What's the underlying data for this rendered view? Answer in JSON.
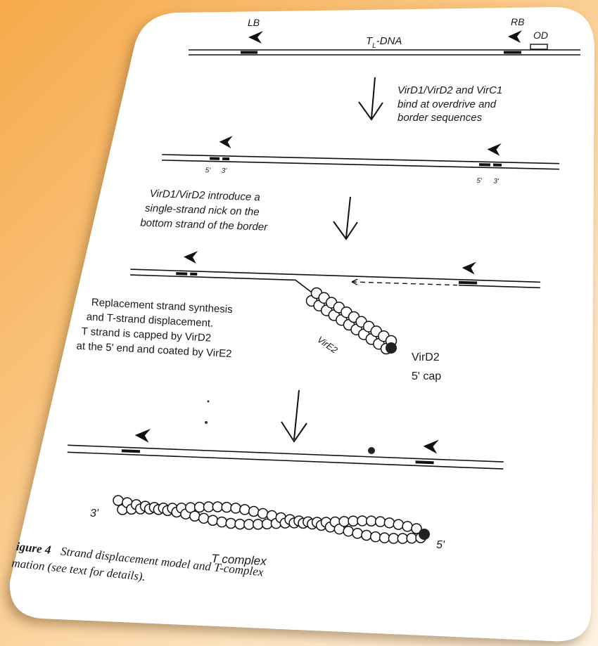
{
  "labels": {
    "lb": "LB",
    "rb": "RB",
    "tl_prefix": "T",
    "tl_sub": "L",
    "tl_suffix": "-DNA",
    "od": "OD",
    "step1_line1": "VirD1/VirD2  and  VirC1",
    "step1_line2": "bind at overdrive and",
    "step1_line3": "border sequences",
    "five_prime": "5'",
    "three_prime": "3'",
    "step2_line1": "VirD1/VirD2  introduce a",
    "step2_line2": "single-strand nick on the",
    "step2_line3": "bottom strand of the border",
    "step3_line1": "Replacement strand synthesis",
    "step3_line2": "and T-strand displacement.",
    "step3_line3": "T strand is capped by VirD2",
    "step3_line4": "at the 5' end and coated by VirE2",
    "vire2": "VirE2",
    "vird2": "VirD2",
    "cap": "5' cap",
    "tcomplex_3": "3'",
    "tcomplex_5": "5'",
    "tcomplex": "T complex",
    "caption_bold": "igure 4",
    "caption_line1": "Strand displacement model and T-complex",
    "caption_line2": "mation (see text for details)."
  },
  "colors": {
    "background_gradient": [
      "#f6a94a",
      "#fde3bf",
      "#fff3e2"
    ],
    "card": "#ffffff",
    "ink": "#111111"
  }
}
